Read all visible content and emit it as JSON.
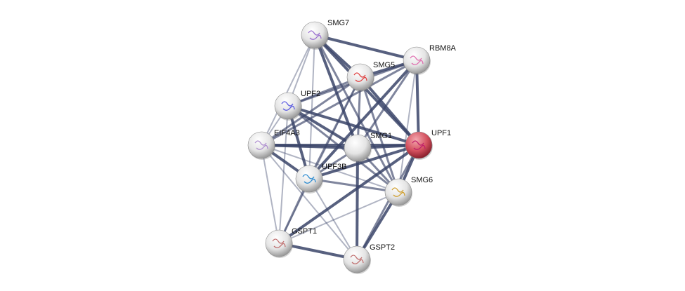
{
  "nodes": [
    {
      "id": "SMG7",
      "label": "SMG7",
      "color": "#d9d9d9",
      "structure": "#9a6fd0"
    },
    {
      "id": "RBM8A",
      "label": "RBM8A",
      "color": "#d9d9d9",
      "structure": "#e070b0"
    },
    {
      "id": "SMG5",
      "label": "SMG5",
      "color": "#d9d9d9",
      "structure": "#e04040"
    },
    {
      "id": "UPF2",
      "label": "UPF2",
      "color": "#d9d9d9",
      "structure": "#5a5ae0"
    },
    {
      "id": "EIF4A3",
      "label": "EIF4A3",
      "color": "#d9d9d9",
      "structure": "#b090d0"
    },
    {
      "id": "SMG1",
      "label": "SMG1",
      "color": "#d9d9d9",
      "structure": ""
    },
    {
      "id": "UPF1",
      "label": "UPF1",
      "color": "#d3505e",
      "structure": "#c0206a"
    },
    {
      "id": "UPF3B",
      "label": "UPF3B",
      "color": "#d9d9d9",
      "structure": "#2a8ad0"
    },
    {
      "id": "SMG6",
      "label": "SMG6",
      "color": "#d9d9d9",
      "structure": "#d0a030"
    },
    {
      "id": "GSPT1",
      "label": "GSPT1",
      "color": "#d9d9d9",
      "structure": "#c07070"
    },
    {
      "id": "GSPT2",
      "label": "GSPT2",
      "color": "#d9d9d9",
      "structure": "#c07070"
    }
  ],
  "edge_color": "#3a4468",
  "edges": [
    [
      "SMG7",
      "RBM8A",
      3
    ],
    [
      "SMG7",
      "SMG5",
      3
    ],
    [
      "SMG7",
      "UPF2",
      1
    ],
    [
      "SMG7",
      "EIF4A3",
      1
    ],
    [
      "SMG7",
      "UPF3B",
      1
    ],
    [
      "SMG7",
      "SMG1",
      3
    ],
    [
      "SMG7",
      "UPF1",
      3
    ],
    [
      "SMG7",
      "SMG6",
      2
    ],
    [
      "RBM8A",
      "SMG5",
      3
    ],
    [
      "RBM8A",
      "UPF2",
      2
    ],
    [
      "RBM8A",
      "EIF4A3",
      2
    ],
    [
      "RBM8A",
      "UPF3B",
      3
    ],
    [
      "RBM8A",
      "UPF1",
      3
    ],
    [
      "RBM8A",
      "SMG6",
      1
    ],
    [
      "RBM8A",
      "SMG1",
      2
    ],
    [
      "SMG5",
      "UPF2",
      2
    ],
    [
      "SMG5",
      "EIF4A3",
      2
    ],
    [
      "SMG5",
      "SMG1",
      2
    ],
    [
      "SMG5",
      "UPF1",
      3
    ],
    [
      "SMG5",
      "SMG6",
      2
    ],
    [
      "SMG5",
      "UPF3B",
      2
    ],
    [
      "SMG5",
      "GSPT1",
      1
    ],
    [
      "UPF2",
      "EIF4A3",
      1
    ],
    [
      "UPF2",
      "UPF3B",
      3
    ],
    [
      "UPF2",
      "SMG1",
      3
    ],
    [
      "UPF2",
      "UPF1",
      3
    ],
    [
      "UPF2",
      "SMG6",
      2
    ],
    [
      "UPF2",
      "GSPT1",
      1
    ],
    [
      "EIF4A3",
      "SMG1",
      3
    ],
    [
      "EIF4A3",
      "UPF1",
      3
    ],
    [
      "EIF4A3",
      "UPF3B",
      3
    ],
    [
      "EIF4A3",
      "SMG6",
      1
    ],
    [
      "EIF4A3",
      "GSPT1",
      1
    ],
    [
      "EIF4A3",
      "GSPT2",
      1
    ],
    [
      "SMG1",
      "UPF1",
      3
    ],
    [
      "SMG1",
      "UPF3B",
      2
    ],
    [
      "SMG1",
      "SMG6",
      2
    ],
    [
      "SMG1",
      "GSPT2",
      3
    ],
    [
      "UPF1",
      "UPF3B",
      3
    ],
    [
      "UPF1",
      "SMG6",
      3
    ],
    [
      "UPF1",
      "GSPT1",
      3
    ],
    [
      "UPF1",
      "GSPT2",
      2
    ],
    [
      "UPF3B",
      "SMG6",
      2
    ],
    [
      "UPF3B",
      "GSPT1",
      2
    ],
    [
      "UPF3B",
      "GSPT2",
      1
    ],
    [
      "SMG6",
      "GSPT1",
      1
    ],
    [
      "SMG6",
      "GSPT2",
      3
    ],
    [
      "GSPT1",
      "GSPT2",
      3
    ]
  ]
}
